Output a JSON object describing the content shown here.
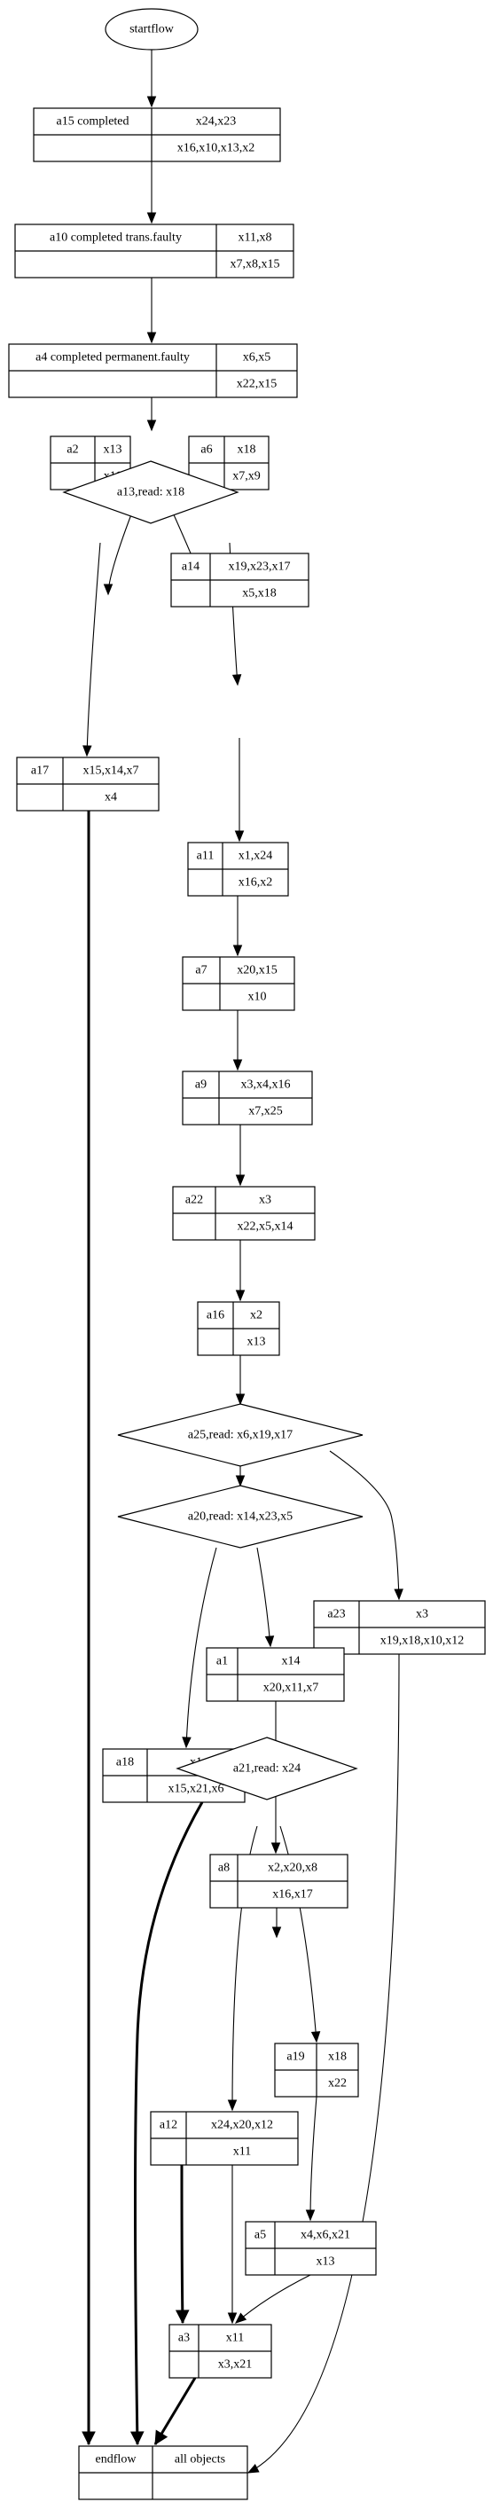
{
  "diagram": {
    "start": "startflow",
    "blocks": [
      {
        "id": "a15",
        "label": "a15 completed",
        "top": "x24,x23",
        "bottom": "x16,x10,x13,x2"
      },
      {
        "id": "a10",
        "label": "a10 completed trans.faulty",
        "top": "x11,x8",
        "bottom": "x7,x8,x15"
      },
      {
        "id": "a4",
        "label": "a4 completed permanent.faulty",
        "top": "x6,x5",
        "bottom": "x22,x15"
      },
      {
        "id": "a2",
        "label": "a2",
        "top": "x13",
        "bottom": "x11"
      },
      {
        "id": "a6",
        "label": "a6",
        "top": "x18",
        "bottom": "x7,x9"
      },
      {
        "id": "a14",
        "label": "a14",
        "top": "x19,x23,x17",
        "bottom": "x5,x18"
      },
      {
        "id": "a17",
        "label": "a17",
        "top": "x15,x14,x7",
        "bottom": "x4"
      },
      {
        "id": "a11",
        "label": "a11",
        "top": "x1,x24",
        "bottom": "x16,x2"
      },
      {
        "id": "a7",
        "label": "a7",
        "top": "x20,x15",
        "bottom": "x10"
      },
      {
        "id": "a9",
        "label": "a9",
        "top": "x3,x4,x16",
        "bottom": "x7,x25"
      },
      {
        "id": "a22",
        "label": "a22",
        "top": "x3",
        "bottom": "x22,x5,x14"
      },
      {
        "id": "a16",
        "label": "a16",
        "top": "x2",
        "bottom": "x13"
      },
      {
        "id": "a23",
        "label": "a23",
        "top": "x3",
        "bottom": "x19,x18,x10,x12"
      },
      {
        "id": "a1",
        "label": "a1",
        "top": "x14",
        "bottom": "x20,x11,x7"
      },
      {
        "id": "a18",
        "label": "a18",
        "top": "x1",
        "bottom": "x15,x21,x6"
      },
      {
        "id": "a8",
        "label": "a8",
        "top": "x2,x20,x8",
        "bottom": "x16,x17"
      },
      {
        "id": "a19",
        "label": "a19",
        "top": "x18",
        "bottom": "x22"
      },
      {
        "id": "a12",
        "label": "a12",
        "top": "x24,x20,x12",
        "bottom": "x11"
      },
      {
        "id": "a5",
        "label": "a5",
        "top": "x4,x6,x21",
        "bottom": "x13"
      },
      {
        "id": "a3",
        "label": "a3",
        "top": "x11",
        "bottom": "x3,x21"
      }
    ],
    "decisions": [
      {
        "id": "a13",
        "label": "a13,read: x18"
      },
      {
        "id": "a25",
        "label": "a25,read: x6,x19,x17"
      },
      {
        "id": "a20",
        "label": "a20,read: x14,x23,x5"
      },
      {
        "id": "a21",
        "label": "a21,read: x24"
      }
    ],
    "end": {
      "label": "endflow",
      "value": "all objects"
    }
  }
}
